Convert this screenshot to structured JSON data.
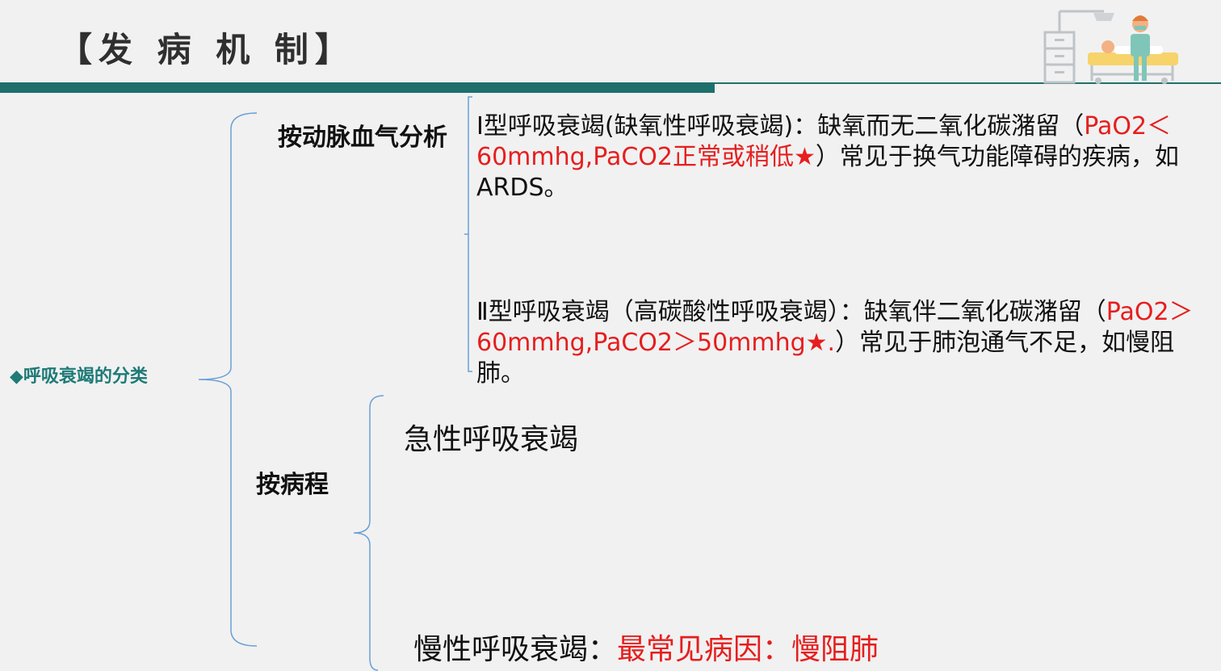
{
  "header": {
    "title": "【发 病 机 制】"
  },
  "classification": {
    "root_label": "◆呼吸衰竭的分类",
    "by_blood_gas": {
      "label": "按动脉血气分析",
      "type1": {
        "prefix": "Ⅰ型呼吸衰竭(缺氧性呼吸衰竭)：缺氧而无二氧化碳潴留（",
        "highlight": "PaO2＜60mmhg,PaCO2正常或稍低★",
        "suffix": "）常见于换气功能障碍的疾病，如ARDS。"
      },
      "type2": {
        "prefix": "Ⅱ型呼吸衰竭（高碳酸性呼吸衰竭）：缺氧伴二氧化碳潴留（",
        "highlight": "PaO2＞60mmhg,PaCO2＞50mmhg★.",
        "suffix": "）常见于肺泡通气不足，如慢阻肺。"
      }
    },
    "by_course": {
      "label": "按病程",
      "acute": "急性呼吸衰竭",
      "chronic_prefix": "慢性呼吸衰竭：",
      "chronic_highlight": "最常见病因：慢阻肺"
    }
  },
  "colors": {
    "accent": "#1f6f6d",
    "highlight": "#e61e1e",
    "root_label": "#1f7a78",
    "bracket": "#6a9fd6"
  },
  "icons": {
    "illustration": "hospital-bed-nurse-icon"
  }
}
